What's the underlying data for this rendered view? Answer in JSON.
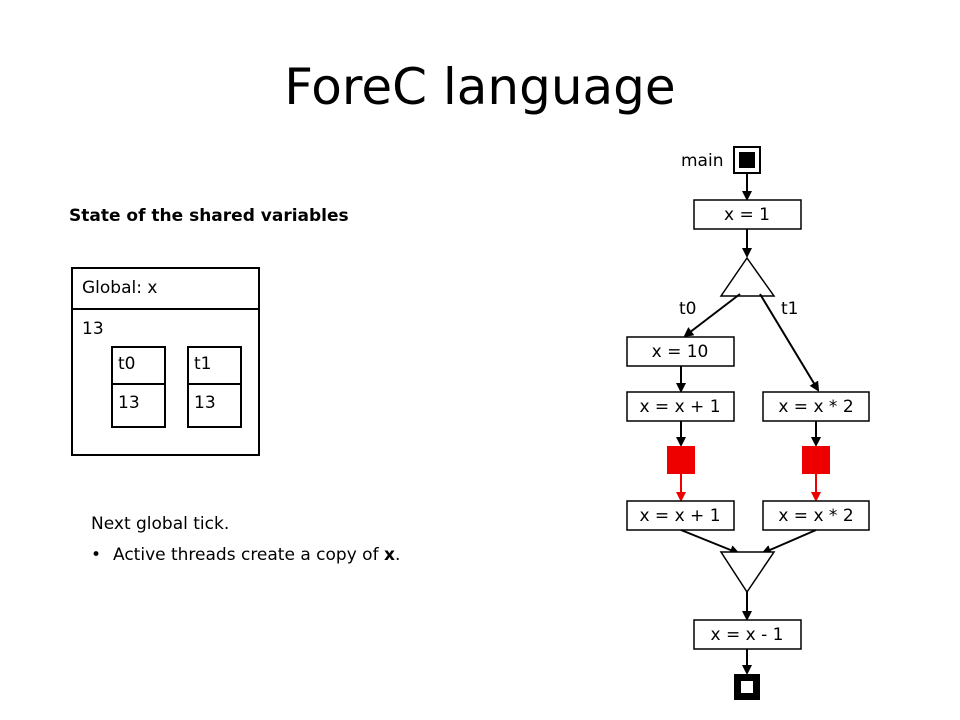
{
  "title": "ForeC language",
  "subtitle": "State of the shared variables",
  "global": {
    "header": "Global: x",
    "value": "13",
    "threads": [
      {
        "name": "t0",
        "value": "13"
      },
      {
        "name": "t1",
        "value": "13"
      }
    ]
  },
  "notes": {
    "line1": "Next global tick.",
    "bullet_symbol": "•",
    "bullet_text_pre": "Active threads create a copy of ",
    "bullet_text_bold": "x",
    "bullet_text_post": "."
  },
  "flow": {
    "main_label": "main",
    "nodes": {
      "x_eq_1": "x = 1",
      "x_eq_10": "x = 10",
      "t0_inc1": "x = x + 1",
      "t1_mul1": "x = x * 2",
      "t0_inc2": "x = x + 1",
      "t1_mul2": "x = x * 2",
      "x_dec": "x = x - 1"
    },
    "branch_labels": {
      "left": "t0",
      "right": "t1"
    }
  },
  "colors": {
    "pause_red": "#ee0000",
    "stroke": "#000000"
  }
}
